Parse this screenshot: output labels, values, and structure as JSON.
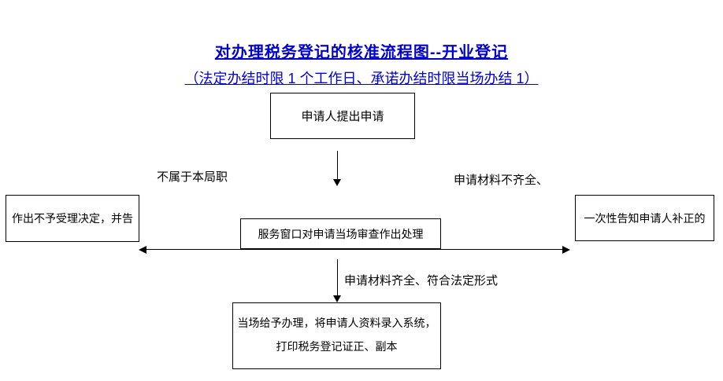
{
  "title": "对办理税务登记的核准流程图--开业登记",
  "subtitle": "（法定办结时限 1 个工作日、承诺办结时限当场办结 1）",
  "nodes": {
    "apply": "申请人提出申请",
    "reject": "作出不予受理决定，并告",
    "review": "服务窗口对申请当场审查作出处理",
    "supplement": "一次性告知申请人补正的",
    "process_line1": "当场给予办理，将申请人资料录入系统，",
    "process_line2": "打印税务登记证正、副本"
  },
  "edge_labels": {
    "not_jurisdiction": "不属于本局职",
    "incomplete": "申请材料不齐全、",
    "complete": "申请材料齐全、符合法定形式"
  },
  "colors": {
    "title_blue": "#0000CC",
    "text": "#000000",
    "line": "#000000",
    "background": "#FFFFFF"
  }
}
